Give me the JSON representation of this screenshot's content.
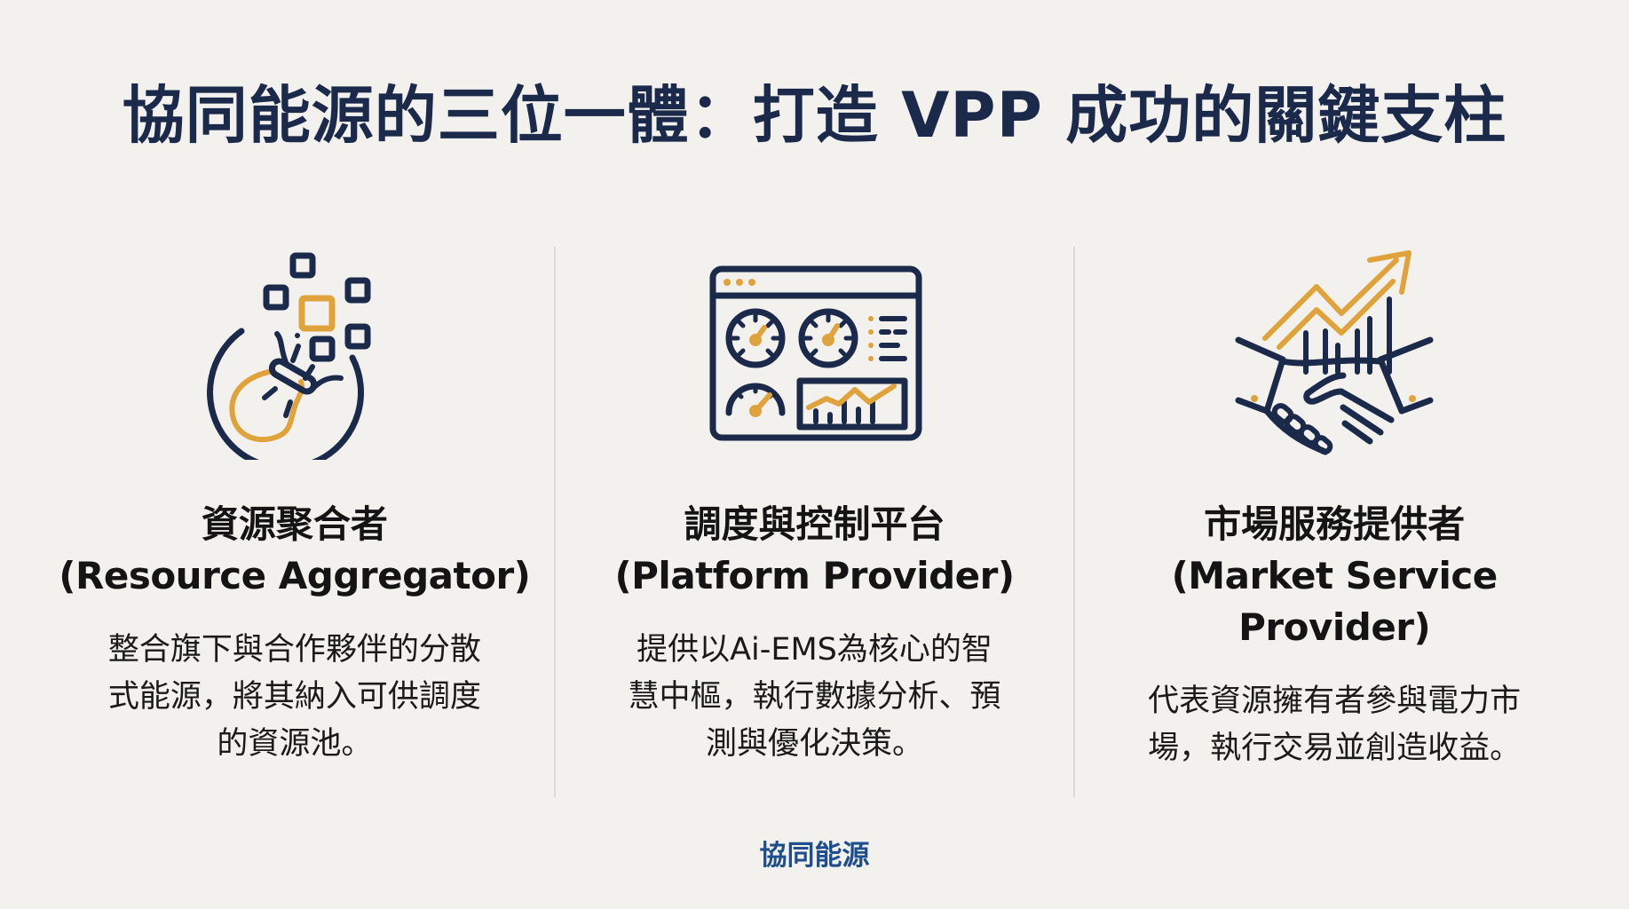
{
  "slide": {
    "title": "協同能源的三位一體：打造 VPP 成功的關鍵支柱",
    "footer": "協同能源"
  },
  "colors": {
    "background": "#f2f1ee",
    "title": "#1b2a4a",
    "icon_navy": "#1b2a4a",
    "icon_gold": "#e0a23a",
    "divider": "#dad9d5",
    "footer": "#1f4e8c"
  },
  "columns": [
    {
      "icon": "resource-bag-icon",
      "title": "資源聚合者",
      "subtitle": "(Resource Aggregator)",
      "description": "整合旗下與合作夥伴的分散式能源，將其納入可供調度的資源池。"
    },
    {
      "icon": "dashboard-icon",
      "title": "調度與控制平台",
      "subtitle": "(Platform Provider)",
      "description": "提供以Ai-EMS為核心的智慧中樞，執行數據分析、預測與優化決策。"
    },
    {
      "icon": "handshake-growth-icon",
      "title": "市場服務提供者",
      "subtitle": "(Market Service Provider)",
      "description": "代表資源擁有者參與電力市場，執行交易並創造收益。"
    }
  ]
}
